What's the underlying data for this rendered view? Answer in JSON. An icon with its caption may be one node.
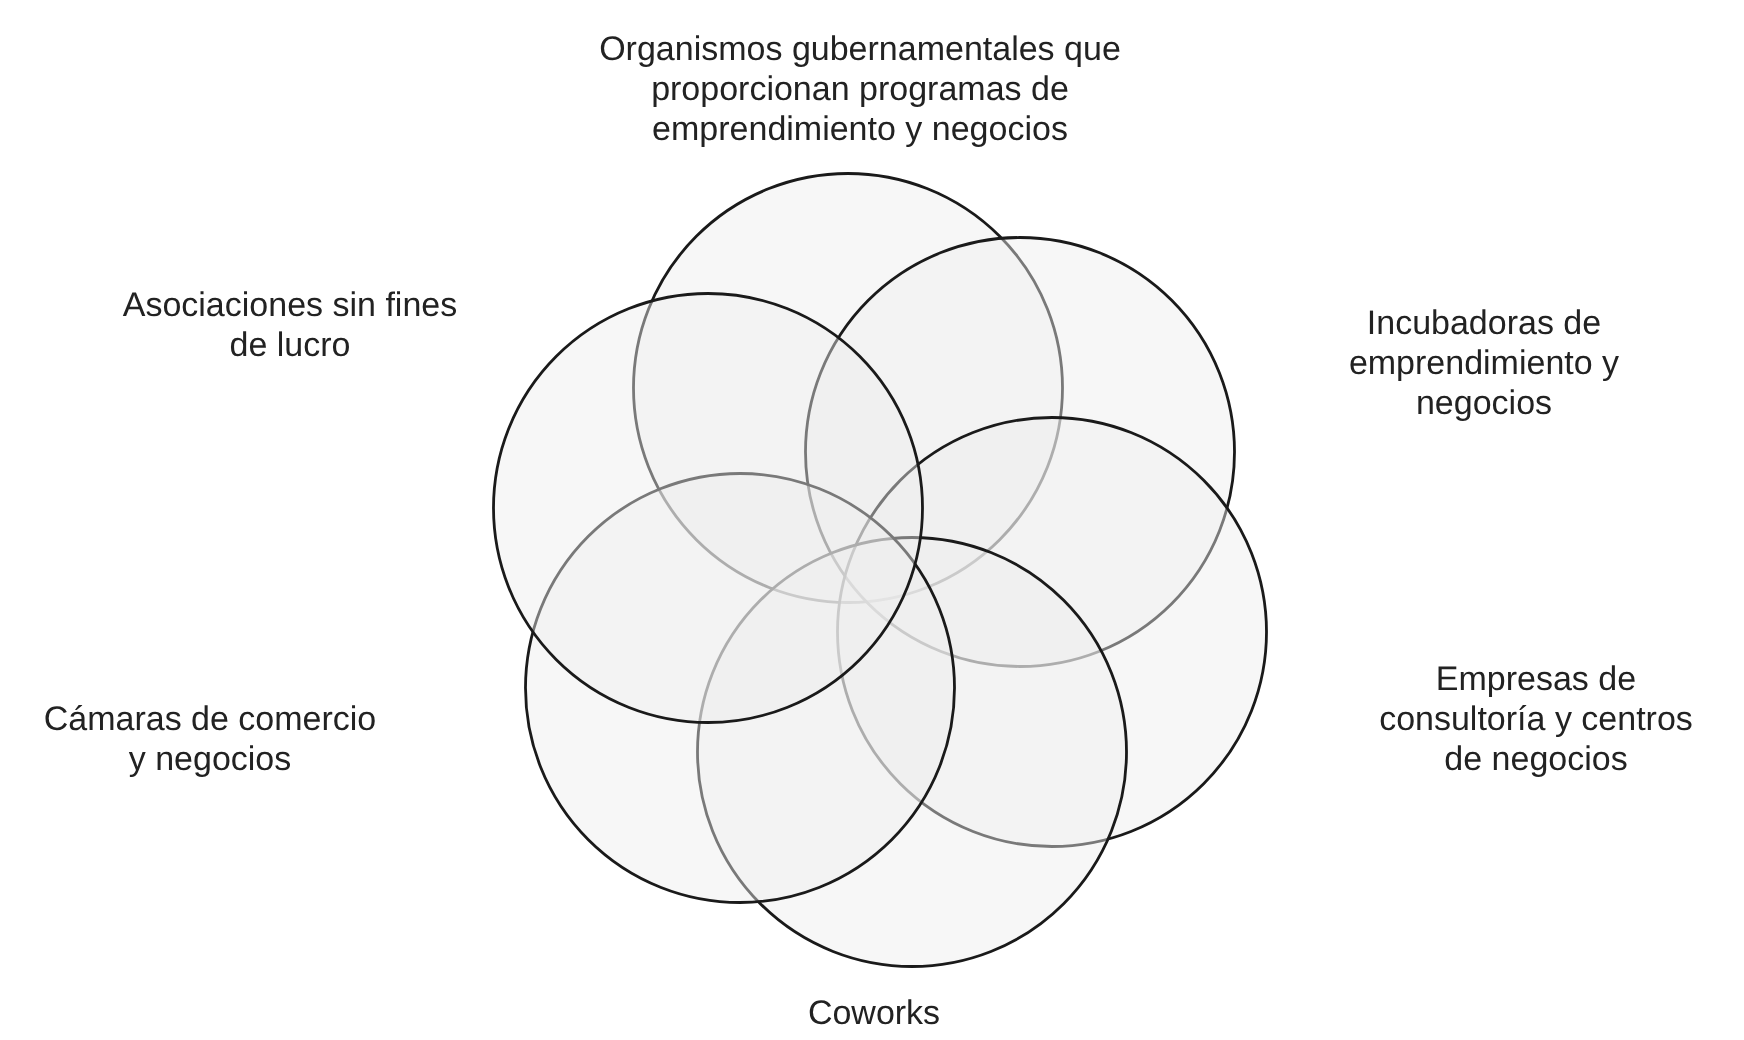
{
  "diagram": {
    "nodes": [
      {
        "text": [],
        "shape": "circle"
      },
      {
        "text": [],
        "shape": "circle"
      },
      {
        "text": [],
        "shape": "circle"
      },
      {
        "text": [],
        "shape": "circle"
      },
      {
        "text": [],
        "shape": "circle"
      },
      {
        "text": [],
        "shape": "circle"
      }
    ],
    "labels": [
      "Organismos gubernamentales que proporcionan programas de emprendimiento y negocios",
      "Asociaciones sin fines de lucro",
      "Incubadoras de emprendimiento y negocios",
      "Cámaras de comercio y negocios",
      "Empresas de consultoría y centros de negocios",
      "Coworks"
    ]
  }
}
